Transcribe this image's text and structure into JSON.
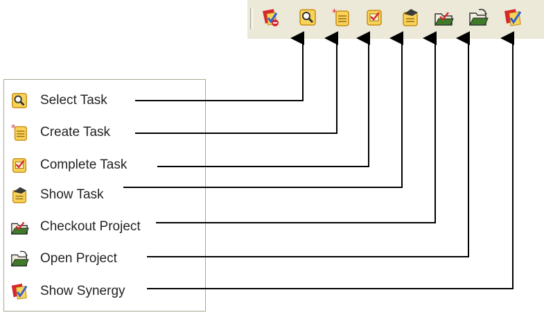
{
  "toolbar": {
    "icons": [
      "synergy-checkout-icon",
      "select-task-icon",
      "create-task-icon",
      "complete-task-icon",
      "show-task-icon",
      "checkout-project-icon",
      "open-project-icon",
      "show-synergy-icon"
    ]
  },
  "menu": {
    "items": [
      {
        "label": "Select Task",
        "icon": "select-task-icon"
      },
      {
        "label": "Create Task",
        "icon": "create-task-icon"
      },
      {
        "label": "Complete Task",
        "icon": "complete-task-icon"
      },
      {
        "label": "Show Task",
        "icon": "show-task-icon"
      },
      {
        "label": "Checkout Project",
        "icon": "checkout-project-icon"
      },
      {
        "label": "Open Project",
        "icon": "open-project-icon"
      },
      {
        "label": "Show Synergy",
        "icon": "show-synergy-icon"
      }
    ]
  },
  "colors": {
    "toolbar_bg": "#ece9d8",
    "icon_yellow": "#f7d35a",
    "icon_red": "#d8262b",
    "icon_blue": "#2f5fd0",
    "icon_green": "#3f7a2a"
  }
}
